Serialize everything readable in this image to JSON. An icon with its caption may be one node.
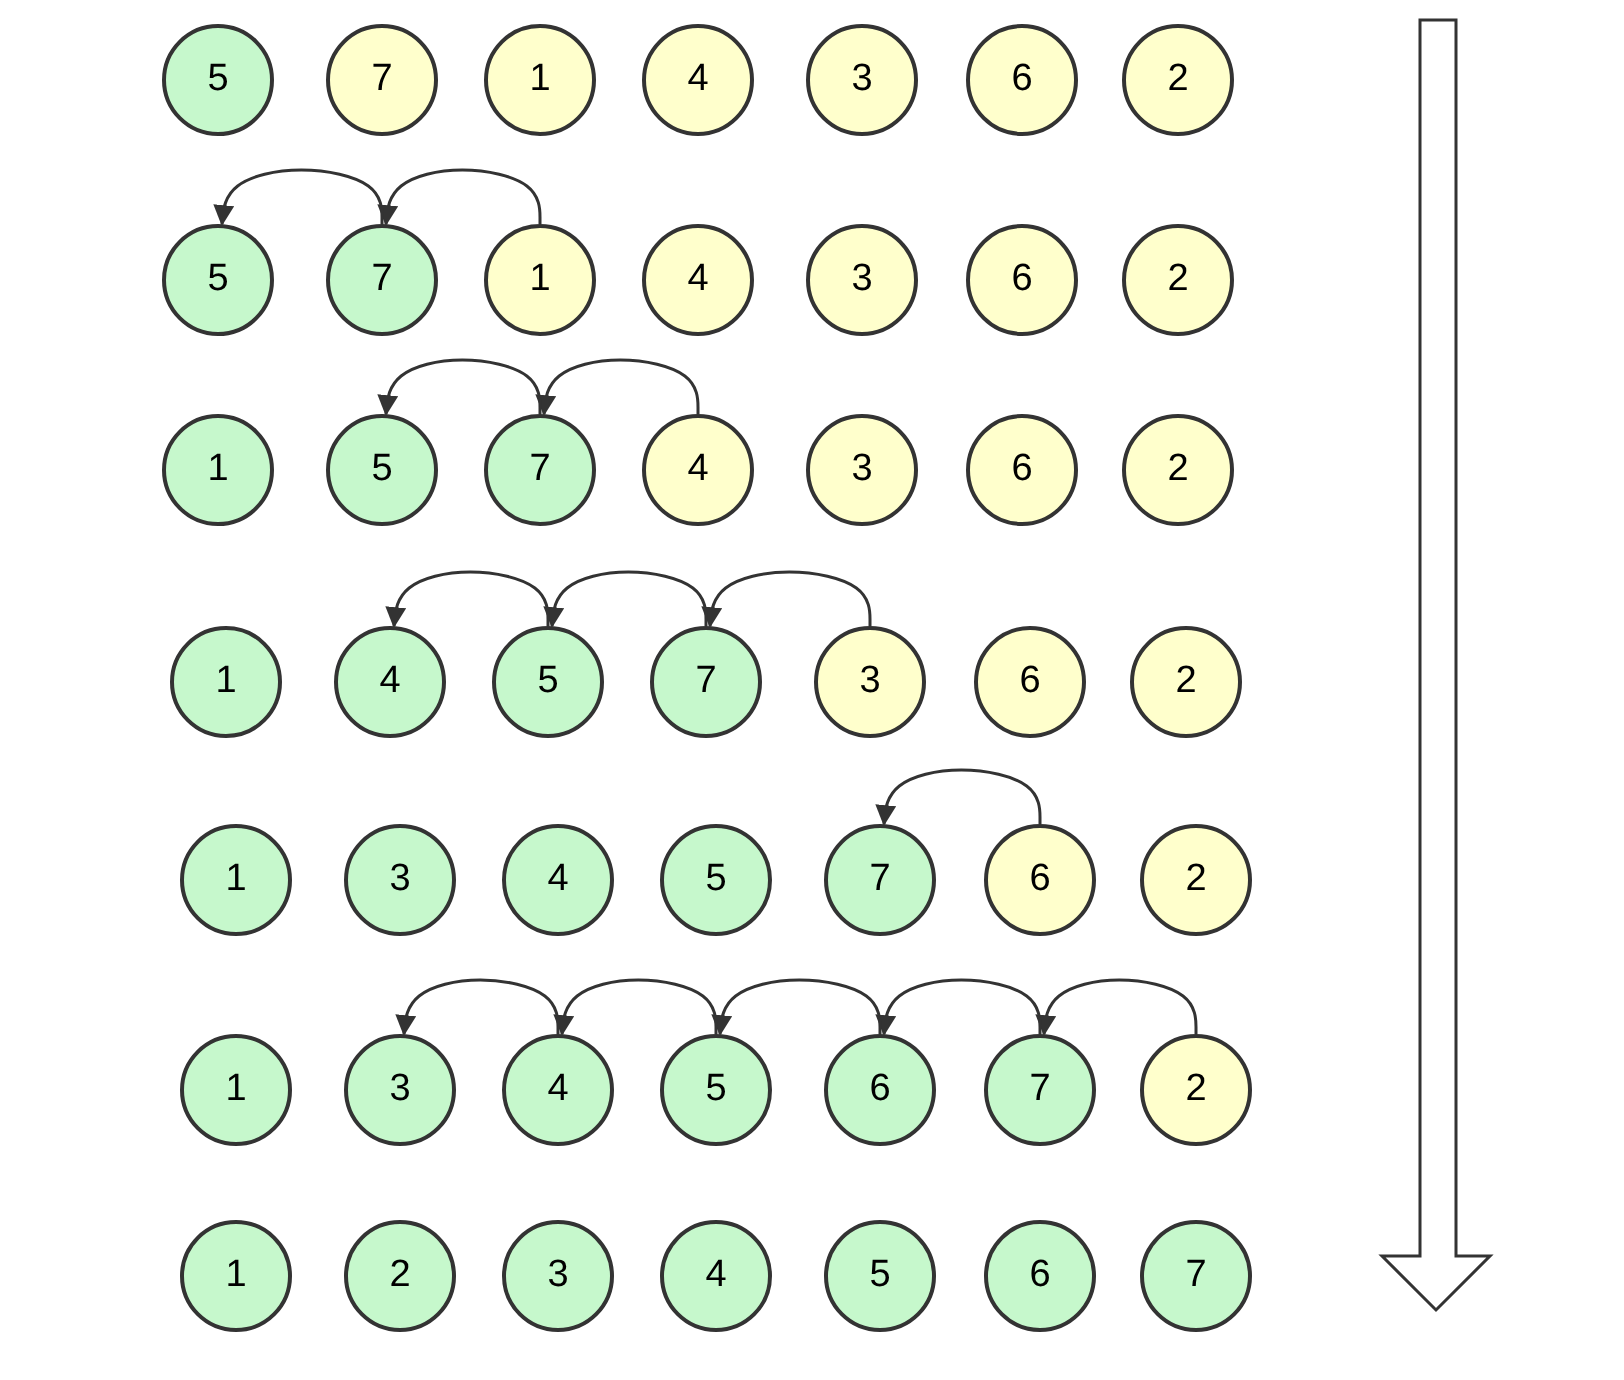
{
  "diagram": {
    "nodes": [
      {
        "text": [
          "5"
        ]
      },
      {
        "text": [
          "7"
        ]
      },
      {
        "text": [
          "1"
        ]
      },
      {
        "text": [
          "4"
        ]
      },
      {
        "text": [
          "3"
        ]
      },
      {
        "text": [
          "6"
        ]
      },
      {
        "text": [
          "2"
        ]
      },
      {
        "text": [
          "5"
        ]
      },
      {
        "text": [
          "7"
        ]
      },
      {
        "text": [
          "1"
        ]
      },
      {
        "text": [
          "4"
        ]
      },
      {
        "text": [
          "3"
        ]
      },
      {
        "text": [
          "6"
        ]
      },
      {
        "text": [
          "2"
        ]
      },
      {
        "text": [
          "1"
        ]
      },
      {
        "text": [
          "5"
        ]
      },
      {
        "text": [
          "7"
        ]
      },
      {
        "text": [
          "4"
        ]
      },
      {
        "text": [
          "3"
        ]
      },
      {
        "text": [
          "6"
        ]
      },
      {
        "text": [
          "2"
        ]
      },
      {
        "text": [
          "1"
        ]
      },
      {
        "text": [
          "4"
        ]
      },
      {
        "text": [
          "5"
        ]
      },
      {
        "text": [
          "7"
        ]
      },
      {
        "text": [
          "3"
        ]
      },
      {
        "text": [
          "6"
        ]
      },
      {
        "text": [
          "2"
        ]
      },
      {
        "text": [
          "1"
        ]
      },
      {
        "text": [
          "3"
        ]
      },
      {
        "text": [
          "4"
        ]
      },
      {
        "text": [
          "5"
        ]
      },
      {
        "text": [
          "7"
        ]
      },
      {
        "text": [
          "6"
        ]
      },
      {
        "text": [
          "2"
        ]
      },
      {
        "text": [
          "1"
        ]
      },
      {
        "text": [
          "3"
        ]
      },
      {
        "text": [
          "4"
        ]
      },
      {
        "text": [
          "5"
        ]
      },
      {
        "text": [
          "6"
        ]
      },
      {
        "text": [
          "7"
        ]
      },
      {
        "text": [
          "2"
        ]
      },
      {
        "text": [
          "1"
        ]
      },
      {
        "text": [
          "2"
        ]
      },
      {
        "text": [
          "3"
        ]
      },
      {
        "text": [
          "4"
        ]
      },
      {
        "text": [
          "5"
        ]
      },
      {
        "text": [
          "6"
        ]
      },
      {
        "text": [
          "7"
        ]
      }
    ],
    "edges": [
      {
        "from": 9,
        "to": 8,
        "arrow": "to"
      },
      {
        "from": 8,
        "to": 7,
        "arrow": "to"
      },
      {
        "from": 17,
        "to": 16,
        "arrow": "to"
      },
      {
        "from": 16,
        "to": 15,
        "arrow": "to"
      },
      {
        "from": 25,
        "to": 24,
        "arrow": "to"
      },
      {
        "from": 24,
        "to": 23,
        "arrow": "to"
      },
      {
        "from": 23,
        "to": 22,
        "arrow": "to"
      },
      {
        "from": 33,
        "to": 32,
        "arrow": "to"
      },
      {
        "from": 41,
        "to": 40,
        "arrow": "to"
      },
      {
        "from": 40,
        "to": 39,
        "arrow": "to"
      },
      {
        "from": 39,
        "to": 38,
        "arrow": "to"
      },
      {
        "from": 38,
        "to": 37,
        "arrow": "to"
      },
      {
        "from": 37,
        "to": 36,
        "arrow": "to"
      }
    ]
  }
}
